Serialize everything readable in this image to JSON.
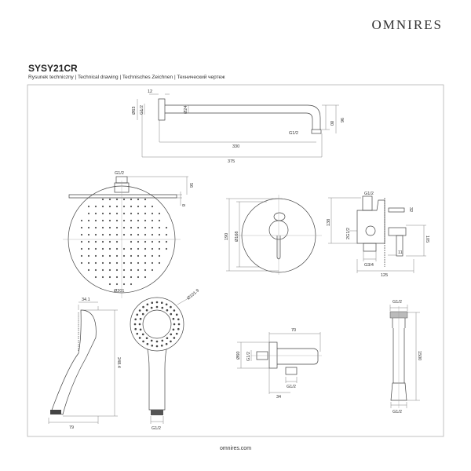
{
  "brand": "OMNIRES",
  "product_code": "SYSY21CR",
  "subtitle": "Rysunek techniczny | Technical drawing | Technisches Zeichnen | Технический чертеж",
  "footer": "omnires.com",
  "dimensions": {
    "arm": {
      "flange_w": "12",
      "flange_d": "Ø63",
      "thread": "G1/2",
      "tube_d": "Ø24",
      "drop_inner": "80",
      "drop_outer": "96",
      "outlet": "G1/2",
      "len_a": "330",
      "len_b": "375"
    },
    "head_side": {
      "thread": "G1/2",
      "height": "56",
      "plate": "8"
    },
    "head_plan": {
      "diameter": "Ø201"
    },
    "mixer_front": {
      "outer": "190",
      "inner": "Ø168"
    },
    "mixer_side": {
      "top": "G1/2",
      "height": "138",
      "port": "2G1/2",
      "bottom": "G3/4",
      "spout": "32",
      "handle": "105",
      "gap": "11",
      "depth": "125"
    },
    "hand_side": {
      "depth": "34.1",
      "length": "248.4",
      "width": "79"
    },
    "hand_front": {
      "diameter": "Ø101.9",
      "thread": "G1/2"
    },
    "elbow": {
      "length": "70",
      "diameter": "Ø60",
      "thread_in": "G1/2",
      "thread_out": "G1/2",
      "offset": "34"
    },
    "hose": {
      "top": "G1/2",
      "length": "1500",
      "bottom": "G1/2"
    }
  }
}
